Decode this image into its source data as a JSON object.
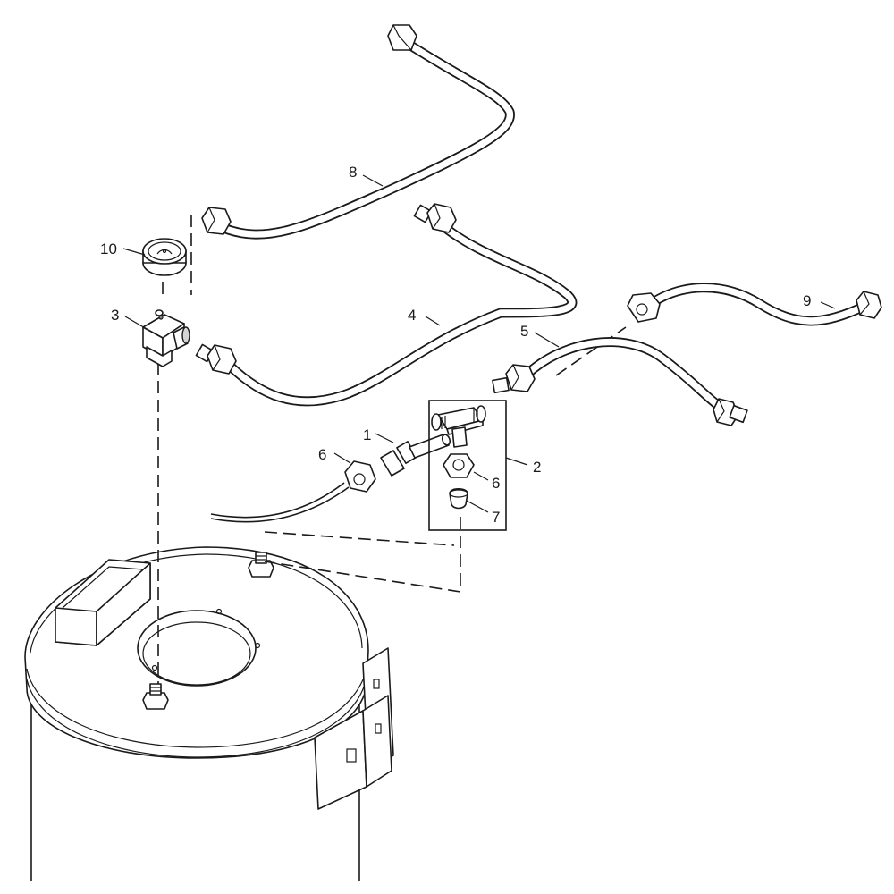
{
  "diagram": {
    "callouts": [
      {
        "id": "callout-1",
        "label": "1"
      },
      {
        "id": "callout-2",
        "label": "2"
      },
      {
        "id": "callout-3",
        "label": "3"
      },
      {
        "id": "callout-4",
        "label": "4"
      },
      {
        "id": "callout-5",
        "label": "5"
      },
      {
        "id": "callout-6a",
        "label": "6"
      },
      {
        "id": "callout-6b",
        "label": "6"
      },
      {
        "id": "callout-7",
        "label": "7"
      },
      {
        "id": "callout-8",
        "label": "8"
      },
      {
        "id": "callout-9",
        "label": "9"
      },
      {
        "id": "callout-10",
        "label": "10"
      }
    ],
    "colors": {
      "line": "#1a1a1a",
      "background": "#ffffff",
      "shade": "#d4d4d4"
    }
  }
}
